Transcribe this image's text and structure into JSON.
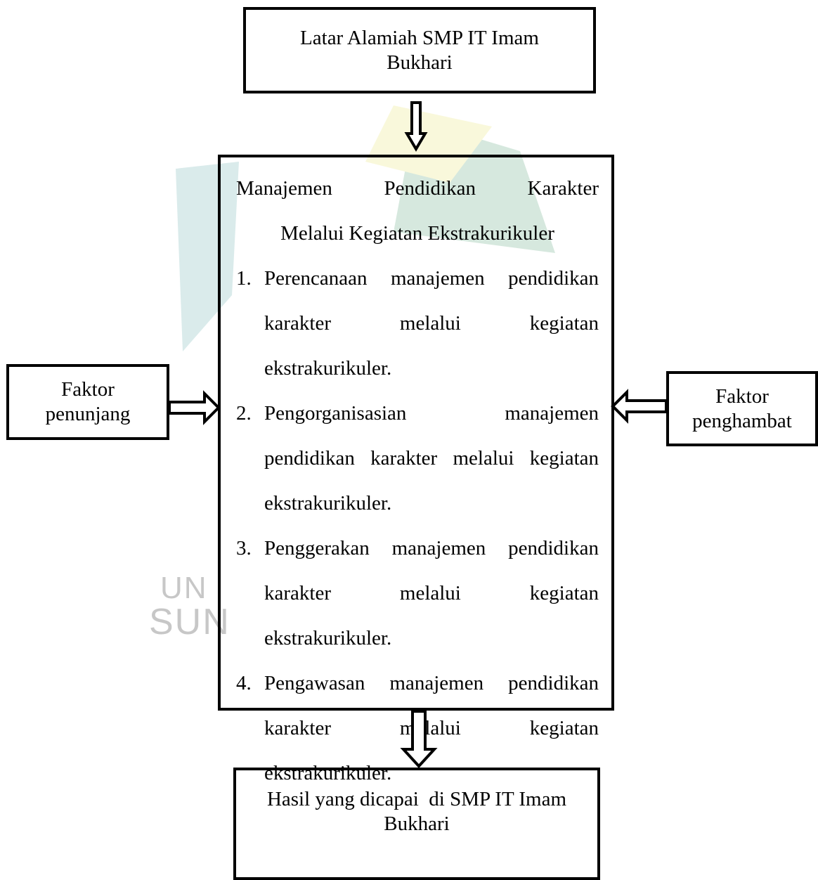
{
  "top_box": {
    "line1": "Latar Alamiah SMP IT Imam",
    "line2": "Bukhari"
  },
  "main_box": {
    "title_line1": [
      "Manajemen",
      "Pendidikan",
      "Karakter"
    ],
    "title_line2": "Melalui Kegiatan Ekstrakurikuler",
    "items": [
      {
        "number": "1.",
        "lines": [
          "Perencanaan manajemen pendidikan",
          "karakter melalui kegiatan",
          "ekstrakurikuler."
        ]
      },
      {
        "number": "2.",
        "lines": [
          "Pengorganisasian manajemen",
          "pendidikan karakter melalui kegiatan",
          "ekstrakurikuler."
        ]
      },
      {
        "number": "3.",
        "lines": [
          "Penggerakan manajemen pendidikan",
          "karakter melalui kegiatan",
          "ekstrakurikuler."
        ]
      },
      {
        "number": "4.",
        "lines": [
          "Pengawasan manajemen pendidikan",
          "karakter melalui kegiatan",
          "ekstrakurikuler."
        ]
      }
    ]
  },
  "left_box": {
    "line1": "Faktor",
    "line2": "penunjang"
  },
  "right_box": {
    "line1": "Faktor",
    "line2": "penghambat"
  },
  "bottom_box": {
    "line1": "Hasil yang dicapai  di SMP IT Imam",
    "line2": "Bukhari"
  },
  "watermark": {
    "line1": "UN",
    "line2": "SUN"
  },
  "colors": {
    "watermark_green": "#4a9a6c",
    "watermark_yellow": "#e8e060",
    "watermark_teal": "#5aa6a6"
  }
}
